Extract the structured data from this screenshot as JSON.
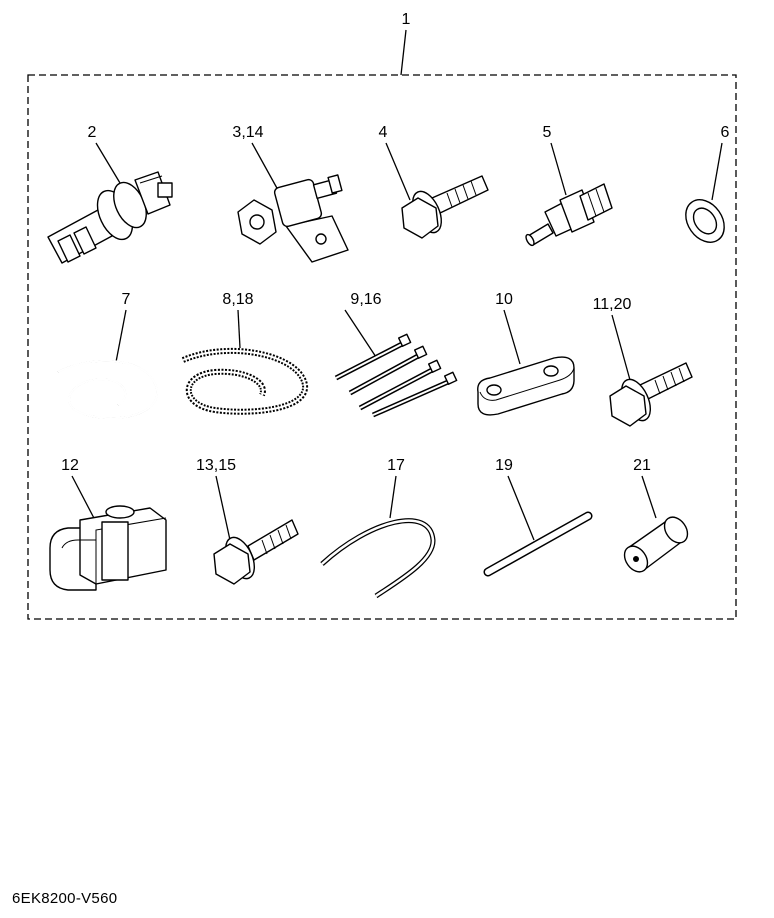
{
  "diagram": {
    "kit_label": "1",
    "parts": [
      {
        "label": "2",
        "shape": "pressure-sensor"
      },
      {
        "label": "3,14",
        "shape": "fitting-with-bracket"
      },
      {
        "label": "4",
        "shape": "flange-bolt"
      },
      {
        "label": "5",
        "shape": "hose-nipple"
      },
      {
        "label": "6",
        "shape": "washer"
      },
      {
        "label": "7",
        "shape": "coiled-tube"
      },
      {
        "label": "8,18",
        "shape": "spiral-tube"
      },
      {
        "label": "9,16",
        "shape": "cable-ties"
      },
      {
        "label": "10",
        "shape": "plate"
      },
      {
        "label": "11,20",
        "shape": "flange-bolt"
      },
      {
        "label": "12",
        "shape": "clamp"
      },
      {
        "label": "13,15",
        "shape": "flange-bolt"
      },
      {
        "label": "17",
        "shape": "hose"
      },
      {
        "label": "19",
        "shape": "rod"
      },
      {
        "label": "21",
        "shape": "collar"
      }
    ]
  },
  "footer": {
    "code": "6EK8200-V560"
  }
}
